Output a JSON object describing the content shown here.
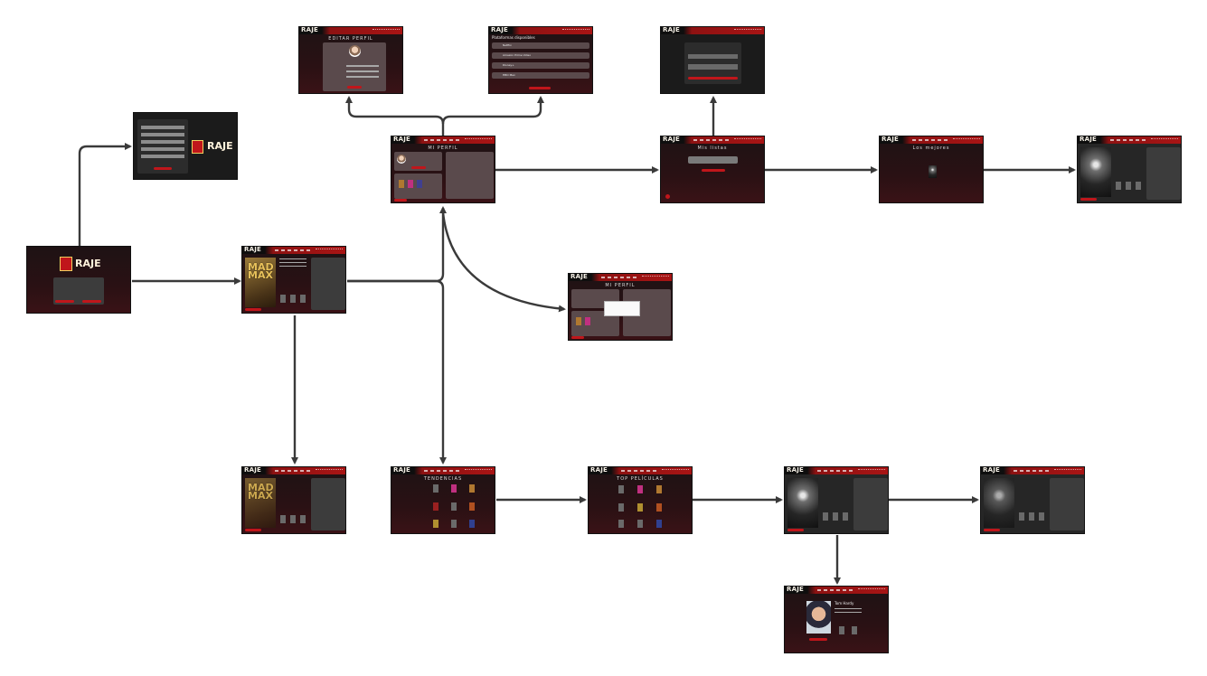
{
  "brand": {
    "logo_text": "RAJE",
    "accent": "#c0161b",
    "header_dark": "#0e0e0e"
  },
  "screens": {
    "edit_profile": {
      "title": "EDITAR PERFIL"
    },
    "platforms": {
      "title": "Plataformas disponibles",
      "items": [
        "Netflix",
        "Amazon Prime Video",
        "Disney+",
        "HBO Max"
      ]
    },
    "my_profile": {
      "title": "MI PERFIL"
    },
    "my_profile_modal": {
      "title": "MI PERFIL"
    },
    "my_lists": {
      "title": "Mis listas"
    },
    "list_detail": {
      "title": "Los mejores"
    },
    "trends": {
      "title": "TENDENCIAS"
    },
    "top_movies": {
      "title": "TOP PELÍCULAS"
    },
    "actor": {
      "name": "Tom Hardy"
    },
    "movie_main": {
      "poster_title": "MAD MAX"
    },
    "movie_alt": {
      "poster_title": "MAD MAX"
    }
  },
  "icons": {
    "logo_reel": "film-reel-icon",
    "avatar": "user-avatar-icon"
  }
}
